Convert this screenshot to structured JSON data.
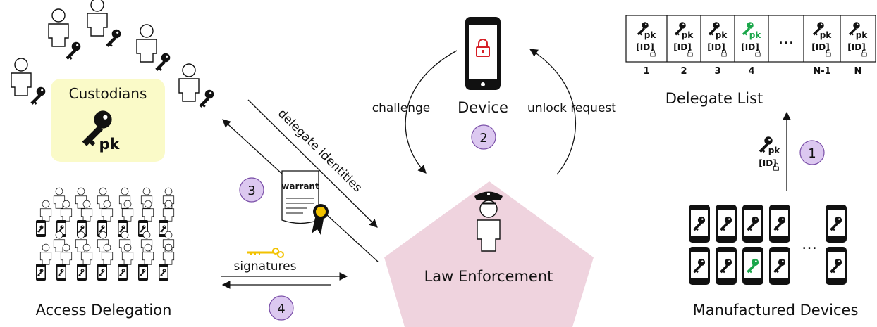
{
  "custodians": {
    "label": "Custodians",
    "key_label": "pk"
  },
  "device": {
    "label": "Device"
  },
  "delegate_list": {
    "label": "Delegate List",
    "cells": [
      {
        "index": "1",
        "pk": "pk",
        "id": "[ID]",
        "highlight": false
      },
      {
        "index": "2",
        "pk": "pk",
        "id": "[ID]",
        "highlight": false
      },
      {
        "index": "3",
        "pk": "pk",
        "id": "[ID]",
        "highlight": false
      },
      {
        "index": "4",
        "pk": "pk",
        "id": "[ID]",
        "highlight": true
      },
      {
        "index": "N-1",
        "pk": "pk",
        "id": "[ID]",
        "highlight": false
      },
      {
        "index": "N",
        "pk": "pk",
        "id": "[ID]",
        "highlight": false
      }
    ],
    "ellipsis": "…"
  },
  "arrows": {
    "challenge": "challenge",
    "unlock_request": "unlock request",
    "delegate_identities": "delegate identities",
    "signatures": "signatures"
  },
  "badges": {
    "b1": "1",
    "b2": "2",
    "b3": "3",
    "b4": "4"
  },
  "warrant": {
    "label": "warrant"
  },
  "upload": {
    "pk": "pk",
    "id": "[ID]"
  },
  "access_delegation": {
    "label": "Access Delegation"
  },
  "law_enforcement": {
    "label": "Law Enforcement"
  },
  "manufactured_devices": {
    "label": "Manufactured Devices",
    "ellipsis": "…"
  },
  "colors": {
    "custodians_bg": "#fafac8",
    "law_bg": "#efd3de",
    "badge_fill": "#dcc8f0",
    "badge_stroke": "#7a4fa8",
    "lock_red": "#d61f26",
    "highlight_green": "#1aa64a",
    "gold": "#f2c200"
  }
}
